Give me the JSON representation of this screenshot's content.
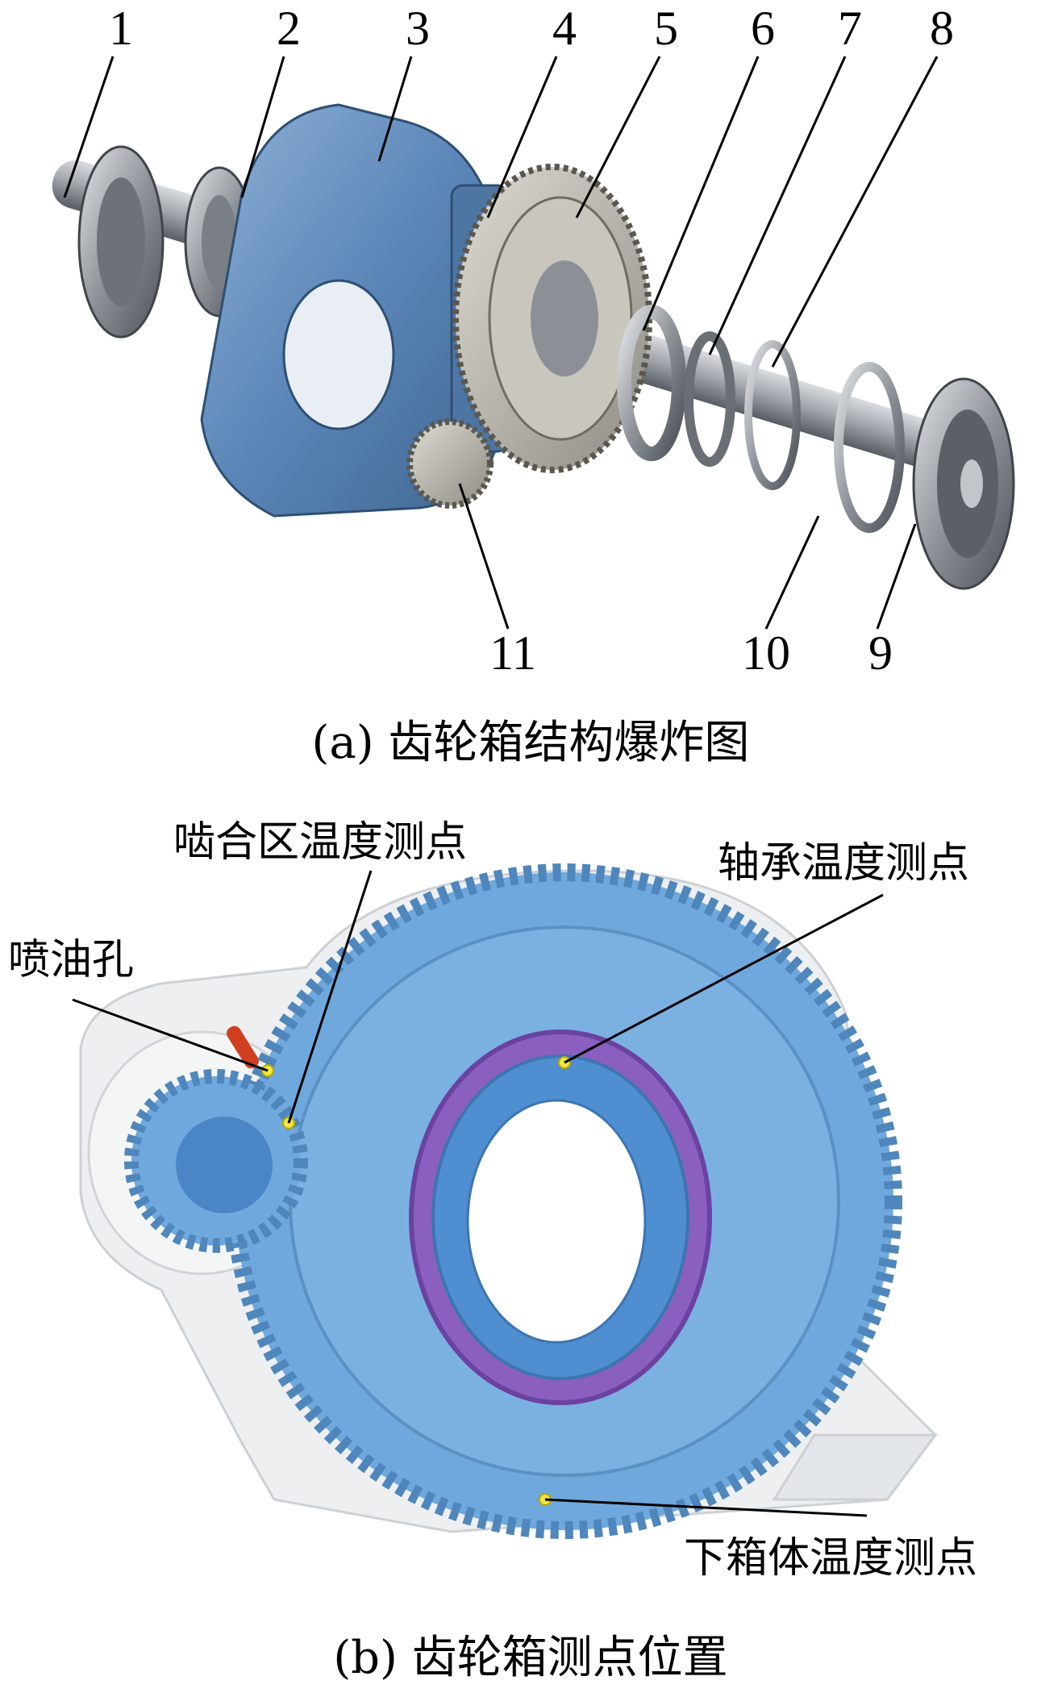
{
  "part_a": {
    "caption": "(a)  齿轮箱结构爆炸图",
    "part_numbers": [
      "1",
      "2",
      "3",
      "4",
      "5",
      "6",
      "7",
      "8",
      "9",
      "10",
      "11"
    ]
  },
  "part_b": {
    "caption": "(b)  齿轮箱测点位置",
    "labels": {
      "mesh_zone": "啮合区温度测点",
      "bearing": "轴承温度测点",
      "oil_hole": "喷油孔",
      "lower_box": "下箱体温度测点"
    }
  },
  "colors": {
    "steel": "#9a9ea4",
    "housing_blue": "#5b86b8",
    "gear_blue": "#6fa8dc",
    "bearing_purple": "#7b4fb3",
    "transparent_housing": "#e6e8ea",
    "oil_nozzle": "#d04020",
    "measure_point": "#f2e640"
  }
}
